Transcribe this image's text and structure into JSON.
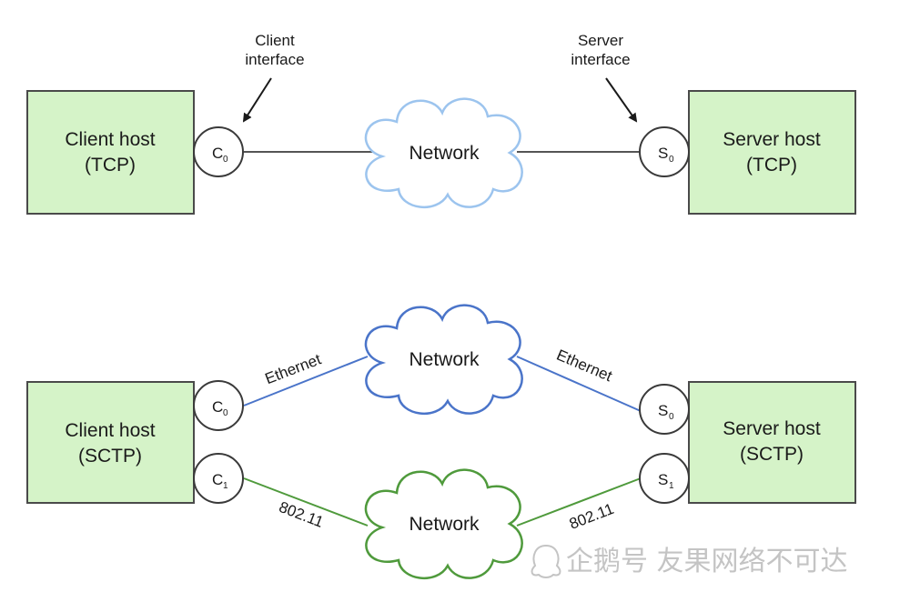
{
  "top": {
    "client_host": {
      "line1": "Client host",
      "line2": "(TCP)"
    },
    "server_host": {
      "line1": "Server host",
      "line2": "(TCP)"
    },
    "client_interface_label": {
      "line1": "Client",
      "line2": "interface"
    },
    "server_interface_label": {
      "line1": "Server",
      "line2": "interface"
    },
    "client_port": {
      "main": "C",
      "sub": "0"
    },
    "server_port": {
      "main": "S",
      "sub": "0"
    },
    "network": {
      "label": "Network",
      "color": "#9cc4ee"
    }
  },
  "bottom": {
    "client_host": {
      "line1": "Client host",
      "line2": "(SCTP)"
    },
    "server_host": {
      "line1": "Server host",
      "line2": "(SCTP)"
    },
    "client_ports": [
      {
        "main": "C",
        "sub": "0"
      },
      {
        "main": "C",
        "sub": "1"
      }
    ],
    "server_ports": [
      {
        "main": "S",
        "sub": "0"
      },
      {
        "main": "S",
        "sub": "1"
      }
    ],
    "network_ethernet": {
      "label": "Network",
      "color": "#4a74c9"
    },
    "network_wifi": {
      "label": "Network",
      "color": "#4f9a3c"
    },
    "link_labels": {
      "ethernet_left": "Ethernet",
      "ethernet_right": "Ethernet",
      "wifi_left": "802.11",
      "wifi_right": "802.11"
    }
  },
  "colors": {
    "host_fill": "#d5f3c8",
    "ethernet_line": "#4a74c9",
    "wifi_line": "#4f9a3c",
    "plain_line": "#555555"
  },
  "watermark": {
    "text": "企鹅号 友果网络不可达"
  }
}
